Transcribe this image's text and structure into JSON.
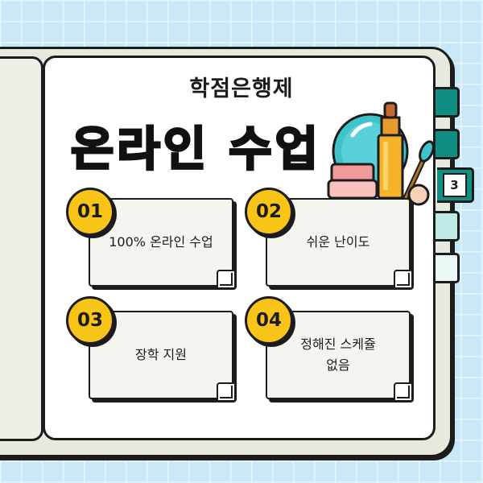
{
  "header": {
    "subtitle": "학점은행제",
    "title": "온라인 수업"
  },
  "tabs": {
    "active_label": "3"
  },
  "features": [
    {
      "number": "01",
      "text": "100% 온라인 수업"
    },
    {
      "number": "02",
      "text": "쉬운 난이도"
    },
    {
      "number": "03",
      "text": "장학 지원"
    },
    {
      "number": "04",
      "text": "정해진 스케쥴\n없음"
    }
  ],
  "colors": {
    "background": "#c9e8f7",
    "badge": "#f9c418",
    "tab_teal": "#0f8e84",
    "tab_light": "#bfe9e4"
  },
  "icons": {
    "illustration": "cosmetics-illustration"
  }
}
